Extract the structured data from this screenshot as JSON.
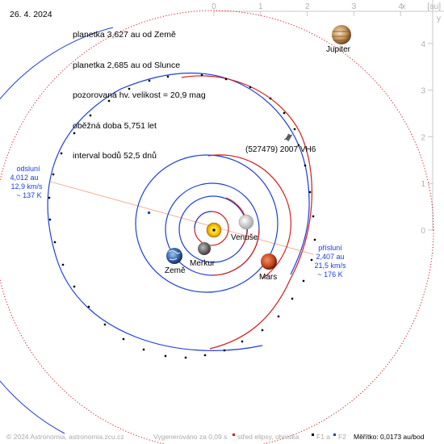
{
  "header": {
    "date": "26. 4. 2024",
    "lines": [
      "planetka 3,627 au od Země",
      "planetka 2,685 au od Slunce",
      "pozorovaná hv. velikost = 20,9 mag",
      "oběžná doba 5,751 let",
      "interval bodů 52,5 dnů"
    ]
  },
  "axes": {
    "unit": "[au]",
    "x_label": "x",
    "y_label": "y",
    "x_ticks": [
      "0",
      "1",
      "2",
      "3",
      "4"
    ],
    "y_ticks": [
      "0",
      "1",
      "2",
      "3",
      "4"
    ]
  },
  "labels": {
    "asteroid": "(527479) 2007 VH6",
    "jupiter": "Jupiter",
    "venus": "Venuše",
    "mercury": "Merkur",
    "earth": "Země",
    "mars": "Mars"
  },
  "aphelion": [
    "odsluní",
    "4,012 au",
    "12,9 km/s",
    "~ 137 K"
  ],
  "perihelion": [
    "přísluní",
    "2,407 au",
    "21,5 km/s",
    "~ 176 K"
  ],
  "footer": {
    "copyright": "© 2024 Astronomia, astronomia.zcu.cz",
    "generated": "Vygenerováno za 0,09 s",
    "legend_center": "střed elipsy, ohniska",
    "legend_f1": "F1 a",
    "legend_f2": "F2",
    "scale": "Měřítko: 0,0173 au/bod"
  },
  "colors": {
    "orbit_blue": "#1f3fd8",
    "orbit_red": "#d21e1e",
    "apsis_line": "#f0a080",
    "axis_gray": "#c8c8c8"
  }
}
